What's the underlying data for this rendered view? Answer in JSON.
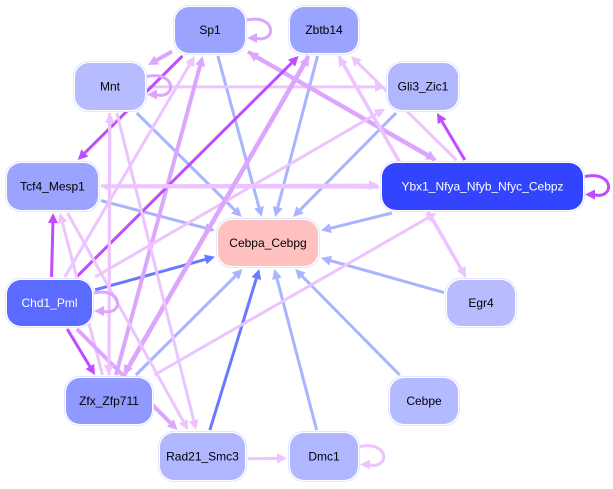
{
  "colors": {
    "blue_edge": "#a8b4ff",
    "dark_blue_edge": "#6a7aff",
    "light_purple_edge": "#ecc4ff",
    "mid_purple_edge": "#dca6ff",
    "strong_purple_edge": "#c04cff"
  },
  "nodes": [
    {
      "id": "sp1",
      "label": "Sp1",
      "fill": "#9aa4ff",
      "text": "#000"
    },
    {
      "id": "zbtb14",
      "label": "Zbtb14",
      "fill": "#9aa4ff",
      "text": "#000"
    },
    {
      "id": "mnt",
      "label": "Mnt",
      "fill": "#b6bcff",
      "text": "#000"
    },
    {
      "id": "gli3",
      "label": "Gli3_Zic1",
      "fill": "#b0b7ff",
      "text": "#000"
    },
    {
      "id": "tcf4",
      "label": "Tcf4_Mesp1",
      "fill": "#9aa4ff",
      "text": "#000"
    },
    {
      "id": "ybx1",
      "label": "Ybx1_Nfya_Nfyb_Nfyc_Cebpz",
      "fill": "#3344ff",
      "text": "#fff"
    },
    {
      "id": "cebpa",
      "label": "Cebpa_Cebpg",
      "fill": "#ffc0c0",
      "text": "#000"
    },
    {
      "id": "chd1",
      "label": "Chd1_Pml",
      "fill": "#5b6bff",
      "text": "#fff"
    },
    {
      "id": "egr4",
      "label": "Egr4",
      "fill": "#b8bcff",
      "text": "#000"
    },
    {
      "id": "zfx",
      "label": "Zfx_Zfp711",
      "fill": "#8f99ff",
      "text": "#000"
    },
    {
      "id": "cebpe",
      "label": "Cebpe",
      "fill": "#b4baff",
      "text": "#000"
    },
    {
      "id": "rad21",
      "label": "Rad21_Smc3",
      "fill": "#b0b6ff",
      "text": "#000"
    },
    {
      "id": "dmc1",
      "label": "Dmc1",
      "fill": "#b0b6ff",
      "text": "#000"
    }
  ],
  "edges": [
    {
      "from": "sp1",
      "to": "cebpa",
      "color": "blue_edge"
    },
    {
      "from": "zbtb14",
      "to": "cebpa",
      "color": "blue_edge"
    },
    {
      "from": "mnt",
      "to": "cebpa",
      "color": "blue_edge"
    },
    {
      "from": "gli3",
      "to": "cebpa",
      "color": "blue_edge"
    },
    {
      "from": "tcf4",
      "to": "cebpa",
      "color": "blue_edge"
    },
    {
      "from": "ybx1",
      "to": "cebpa",
      "color": "blue_edge"
    },
    {
      "from": "chd1",
      "to": "cebpa",
      "color": "dark_blue_edge"
    },
    {
      "from": "egr4",
      "to": "cebpa",
      "color": "blue_edge"
    },
    {
      "from": "zfx",
      "to": "cebpa",
      "color": "blue_edge"
    },
    {
      "from": "cebpe",
      "to": "cebpa",
      "color": "blue_edge"
    },
    {
      "from": "rad21",
      "to": "cebpa",
      "color": "dark_blue_edge"
    },
    {
      "from": "dmc1",
      "to": "cebpa",
      "color": "blue_edge"
    },
    {
      "from": "sp1",
      "to": "mnt",
      "color": "mid_purple_edge"
    },
    {
      "from": "mnt",
      "to": "gli3",
      "color": "light_purple_edge"
    },
    {
      "from": "sp1",
      "to": "tcf4",
      "color": "strong_purple_edge"
    },
    {
      "from": "ybx1",
      "to": "gli3",
      "color": "strong_purple_edge"
    },
    {
      "from": "ybx1",
      "to": "sp1",
      "color": "mid_purple_edge"
    },
    {
      "from": "sp1",
      "to": "ybx1",
      "color": "mid_purple_edge"
    },
    {
      "from": "ybx1",
      "to": "zbtb14",
      "color": "light_purple_edge"
    },
    {
      "from": "chd1",
      "to": "tcf4",
      "color": "strong_purple_edge"
    },
    {
      "from": "chd1",
      "to": "zfx",
      "color": "strong_purple_edge"
    },
    {
      "from": "zfx",
      "to": "sp1",
      "color": "mid_purple_edge"
    },
    {
      "from": "chd1",
      "to": "sp1",
      "color": "light_purple_edge"
    },
    {
      "from": "zfx",
      "to": "zbtb14",
      "color": "mid_purple_edge"
    },
    {
      "from": "chd1",
      "to": "zbtb14",
      "color": "strong_purple_edge"
    },
    {
      "from": "tcf4",
      "to": "ybx1",
      "color": "light_purple_edge"
    },
    {
      "from": "ybx1",
      "to": "tcf4",
      "color": "light_purple_edge"
    },
    {
      "from": "zfx",
      "to": "ybx1",
      "color": "light_purple_edge"
    },
    {
      "from": "chd1",
      "to": "gli3",
      "color": "light_purple_edge"
    },
    {
      "from": "zbtb14",
      "to": "zfx",
      "color": "mid_purple_edge"
    },
    {
      "from": "egr4",
      "to": "zbtb14",
      "color": "light_purple_edge"
    },
    {
      "from": "mnt",
      "to": "rad21",
      "color": "light_purple_edge"
    },
    {
      "from": "zfx",
      "to": "mnt",
      "color": "light_purple_edge"
    },
    {
      "from": "zfx",
      "to": "tcf4",
      "color": "light_purple_edge"
    },
    {
      "from": "rad21",
      "to": "dmc1",
      "color": "light_purple_edge"
    },
    {
      "from": "chd1",
      "to": "rad21",
      "color": "mid_purple_edge"
    },
    {
      "from": "tcf4",
      "to": "rad21",
      "color": "light_purple_edge"
    },
    {
      "from": "zbtb14",
      "to": "egr4",
      "color": "light_purple_edge"
    },
    {
      "from": "mnt",
      "to": "zfx",
      "color": "light_purple_edge"
    }
  ],
  "self_loops": [
    {
      "node": "sp1",
      "color": "mid_purple_edge"
    },
    {
      "node": "mnt",
      "color": "mid_purple_edge"
    },
    {
      "node": "ybx1",
      "color": "strong_purple_edge"
    },
    {
      "node": "chd1",
      "color": "mid_purple_edge"
    },
    {
      "node": "dmc1",
      "color": "light_purple_edge"
    }
  ]
}
